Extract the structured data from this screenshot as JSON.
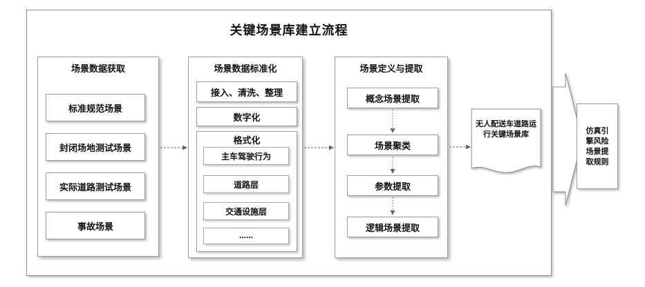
{
  "title": "关键场景库建立流程",
  "stage1": {
    "title": "场景数据获取",
    "items": [
      "标准规范场景",
      "封闭场地测试场景",
      "实际道路测试场景",
      "事故场景"
    ]
  },
  "stage2": {
    "title": "场景数据标准化",
    "steps": [
      "接入、清洗、整理",
      "数字化"
    ],
    "format_title": "格式化",
    "format_items": [
      "主车驾驶行为",
      "道路层",
      "交通设施层",
      "……"
    ]
  },
  "stage3": {
    "title": "场景定义与提取",
    "items": [
      "概念场景提取",
      "场景聚类",
      "参数提取",
      "逻辑场景提取"
    ]
  },
  "library_doc": "无人配送车道路运行关键场景库",
  "output_box": "仿真引擎风险场景提取规则"
}
